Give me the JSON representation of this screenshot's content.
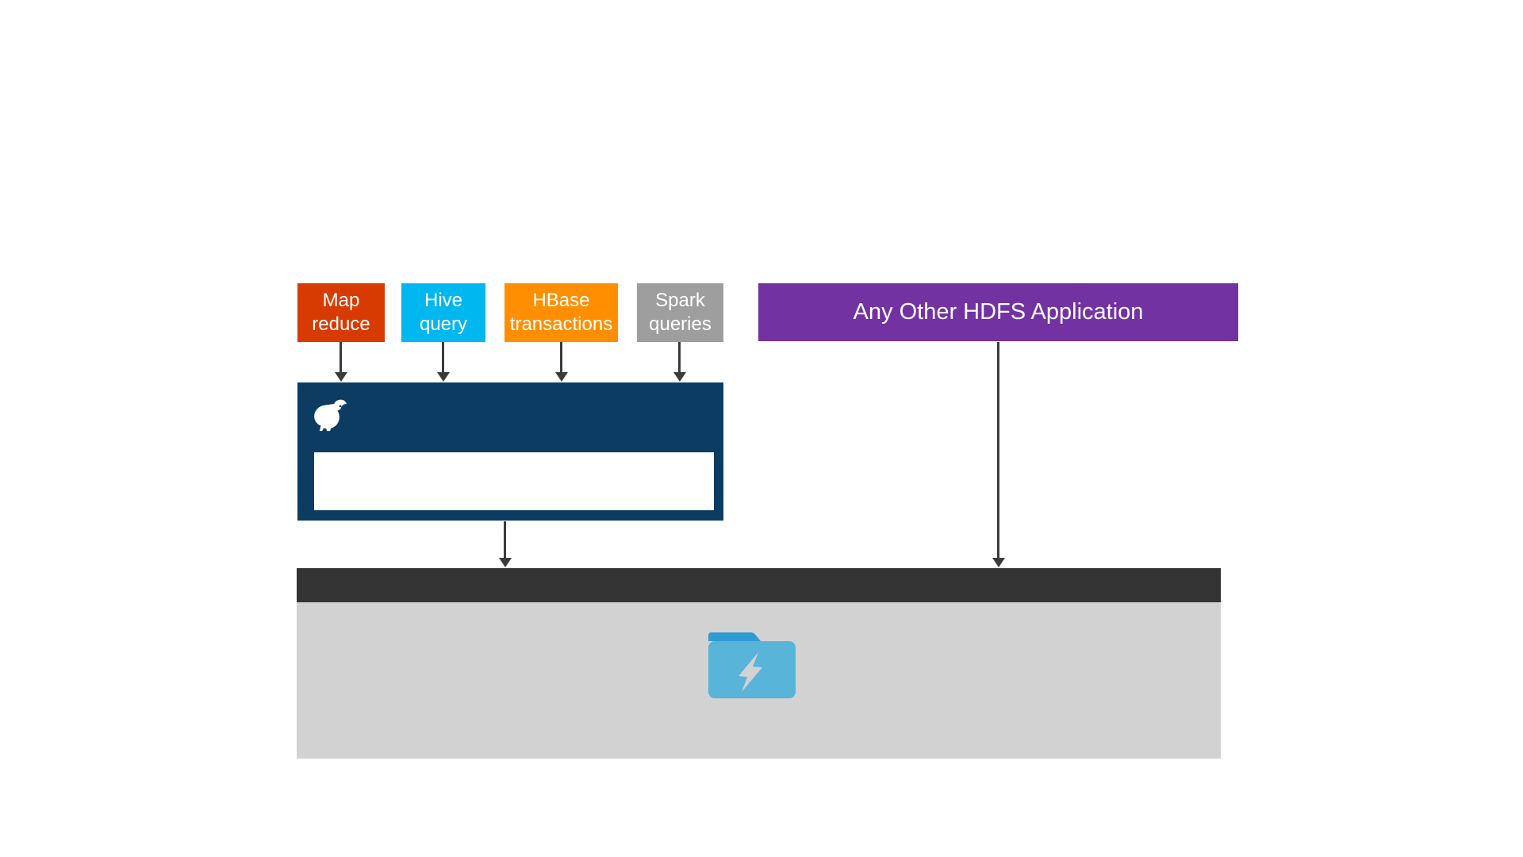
{
  "diagram": {
    "source_boxes": [
      {
        "label": "Map reduce",
        "color": "#D83B01"
      },
      {
        "label": "Hive query",
        "color": "#00B7F0"
      },
      {
        "label": "HBase transactions",
        "color": "#FF8F00"
      },
      {
        "label": "Spark queries",
        "color": "#9E9E9E"
      }
    ],
    "other_app_box": {
      "label": "Any Other HDFS Application",
      "color": "#7232A2"
    },
    "hadoop_box": {
      "color": "#0C3C61",
      "icon": "hadoop-elephant-icon",
      "inner_panel_color": "#FFFFFF"
    },
    "storage_band": {
      "background": "#D2D2D2",
      "header_color": "#333333",
      "icon": "storage-folder-icon"
    },
    "folder_icon": {
      "body_color": "#59B4D9",
      "tab_color": "#2E9BD2",
      "bolt_color": "#D2D2D2"
    },
    "arrow_color": "#3B3B3B"
  }
}
